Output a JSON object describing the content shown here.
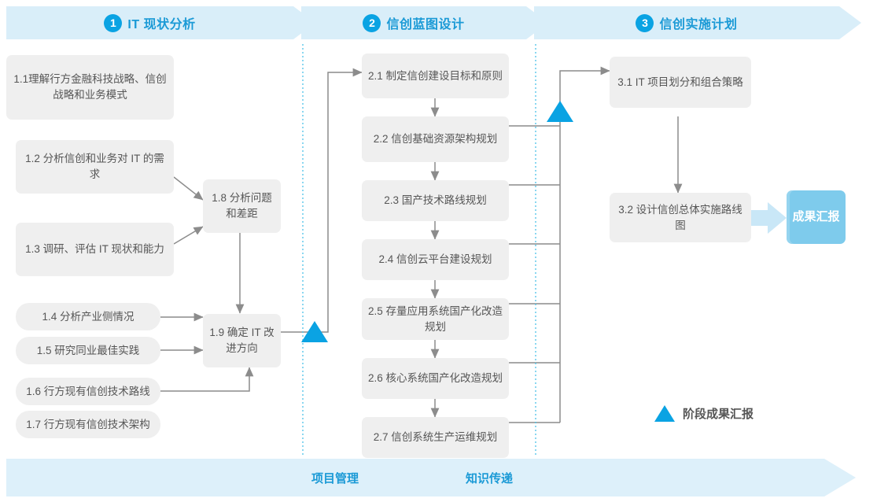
{
  "phases": [
    {
      "num": "1",
      "title": "IT 现状分析"
    },
    {
      "num": "2",
      "title": "信创蓝图设计"
    },
    {
      "num": "3",
      "title": "信创实施计划"
    }
  ],
  "phase1_tasks": [
    {
      "id": "1.1",
      "label": "1.1理解行方金融科技战略、信创战略和业务模式"
    },
    {
      "id": "1.2",
      "label": "1.2 分析信创和业务对 IT 的需求"
    },
    {
      "id": "1.3",
      "label": "1.3 调研、评估 IT 现状和能力"
    },
    {
      "id": "1.4",
      "label": "1.4 分析产业侧情况"
    },
    {
      "id": "1.5",
      "label": "1.5 研究同业最佳实践"
    },
    {
      "id": "1.6",
      "label": "1.6 行方现有信创技术路线"
    },
    {
      "id": "1.7",
      "label": "1.7 行方现有信创技术架构"
    },
    {
      "id": "1.8",
      "label": "1.8 分析问题和差距"
    },
    {
      "id": "1.9",
      "label": "1.9 确定 IT 改进方向"
    }
  ],
  "phase2_tasks": [
    {
      "id": "2.1",
      "label": "2.1 制定信创建设目标和原则"
    },
    {
      "id": "2.2",
      "label": "2.2 信创基础资源架构规划"
    },
    {
      "id": "2.3",
      "label": "2.3 国产技术路线规划"
    },
    {
      "id": "2.4",
      "label": "2.4 信创云平台建设规划"
    },
    {
      "id": "2.5",
      "label": "2.5 存量应用系统国产化改造规划"
    },
    {
      "id": "2.6",
      "label": "2.6 核心系统国产化改造规划"
    },
    {
      "id": "2.7",
      "label": "2.7 信创系统生产运维规划"
    }
  ],
  "phase3_tasks": [
    {
      "id": "3.1",
      "label": "3.1 IT 项目划分和组合策略"
    },
    {
      "id": "3.2",
      "label": "3.2 设计信创总体实施路线图"
    }
  ],
  "result": {
    "label": "成果汇报"
  },
  "legend": {
    "label": "阶段成果汇报"
  },
  "bottom_bar": [
    {
      "label": "项目管理"
    },
    {
      "label": "知识传递"
    }
  ],
  "colors": {
    "band": "#d9eef9",
    "bottom_band": "#ddf0fa",
    "accent": "#1b9ad6",
    "badge": "#0aa3e3",
    "box": "#efefef",
    "box_text": "#565656",
    "result": "#7ecbec",
    "wire": "#8c8c8c",
    "divider": "#4fc3e8"
  }
}
